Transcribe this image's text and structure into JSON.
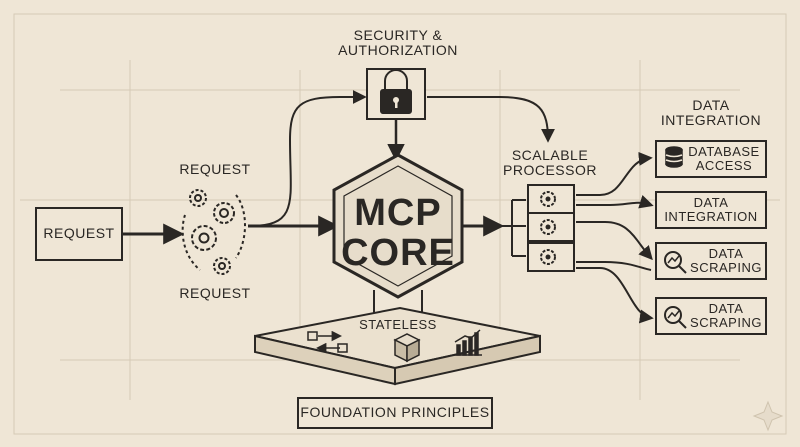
{
  "security": {
    "line1": "SECURITY &",
    "line2": "AUTHORIZATION"
  },
  "request_box": "REQUEST",
  "request_top": "REQUEST",
  "request_bottom": "REQUEST",
  "core": {
    "line1": "MCP",
    "line2": "CORE"
  },
  "processor": {
    "line1": "SCALABLE",
    "line2": "PROCESSOR"
  },
  "integration_header": {
    "line1": "DATA",
    "line2": "INTEGRATION"
  },
  "outputs": [
    {
      "line1": "DATABASE",
      "line2": "ACCESS",
      "icon": "database-icon"
    },
    {
      "line1": "DATA",
      "line2": "INTEGRATION",
      "icon": ""
    },
    {
      "line1": "DATA",
      "line2": "SCRAPING",
      "icon": "magnifier-chart-icon"
    },
    {
      "line1": "DATA",
      "line2": "SCRAPING",
      "icon": "magnifier-chart-icon"
    }
  ],
  "stateless": "STATELESS",
  "foundation": "FOUNDATION PRINCIPLES",
  "colors": {
    "paper": "#efe6d6",
    "ink": "#2a2724",
    "hex_fill": "#e7ddcb",
    "grid": "#d6cab6"
  }
}
